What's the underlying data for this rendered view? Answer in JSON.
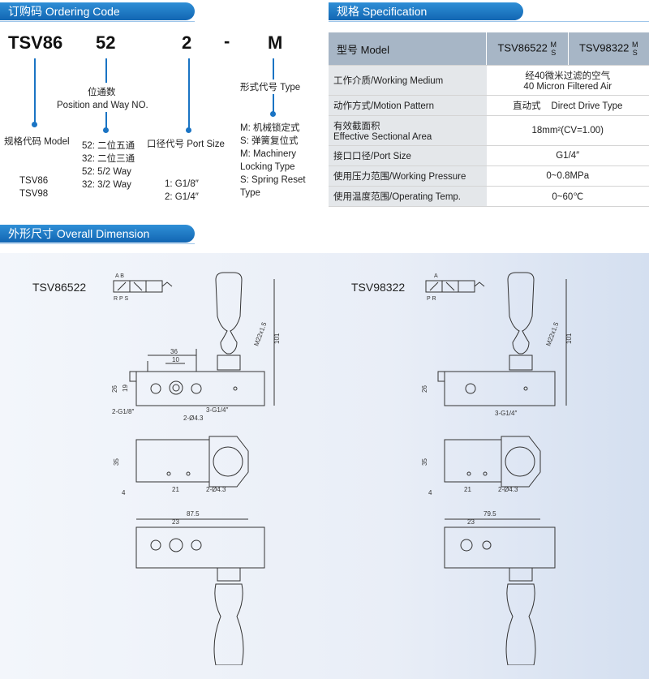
{
  "ordering": {
    "title": "订购码 Ordering Code",
    "code_model": "TSV86",
    "code_way": "52",
    "code_port": "2",
    "code_dash": "-",
    "code_type": "M",
    "way_label_cn": "位通数",
    "way_label_en": "Position and Way NO.",
    "way_options": [
      "52: 二位五通",
      "32: 二位三通",
      "52: 5/2 Way",
      "32: 3/2 Way"
    ],
    "type_label": "形式代号 Type",
    "type_options": [
      "M: 机械锁定式",
      "S: 弹簧复位式",
      "M: Machinery",
      "Locking Type",
      "S: Spring Reset",
      "Type"
    ],
    "model_label": "规格代码 Model",
    "model_options": [
      "TSV86",
      "TSV98"
    ],
    "port_label": "口径代号 Port Size",
    "port_options": [
      "1: G1/8″",
      "2: G1/4″"
    ]
  },
  "spec": {
    "title": "规格 Specification",
    "header_label": "型号 Model",
    "header_model1": "TSV86522",
    "header_model2": "TSV98322",
    "header_sup": "M",
    "header_sub": "S",
    "rows": [
      {
        "label": "工作介质/Working Medium",
        "value": "经40微米过滤的空气",
        "value2": "40 Micron Filtered Air"
      },
      {
        "label": "动作方式/Motion Pattern",
        "value": "直动式    Direct Drive Type",
        "value2": ""
      },
      {
        "label": "有效截面积",
        "label2": "Effective Sectional Area",
        "value": "18mm²(CV=1.00)",
        "value2": ""
      },
      {
        "label": "接口口径/Port Size",
        "value": "G1/4″",
        "value2": ""
      },
      {
        "label": "使用压力范围/Working Pressure",
        "value": "0~0.8MPa",
        "value2": ""
      },
      {
        "label": "使用温度范围/Operating Temp.",
        "value": "0~60℃",
        "value2": ""
      }
    ]
  },
  "dimension": {
    "title": "外形尺寸 Overall Dimension",
    "left_model": "TSV86522",
    "right_model": "TSV98322",
    "left_dims": {
      "d36": "36",
      "d10": "10",
      "d26": "26",
      "d19": "19",
      "d101": "101",
      "thread": "M22x1.5",
      "port1": "2-G1/8″",
      "hole": "2-Ø4.3",
      "port3": "3-G1/4″",
      "d35": "35",
      "d4": "4",
      "d21": "21",
      "hole2": "2-Ø4.3",
      "d875": "87.5",
      "d23": "23",
      "sym_ab": "A  B",
      "sym_rps": "R P S"
    },
    "right_dims": {
      "d26": "26",
      "d101": "101",
      "thread": "M22x1.5",
      "port": "3-G1/4″",
      "d35": "35",
      "d4": "4",
      "d21": "21",
      "hole": "2-Ø4.3",
      "d795": "79.5",
      "d23": "23",
      "sym_a": "A",
      "sym_pr": "P  R"
    }
  }
}
